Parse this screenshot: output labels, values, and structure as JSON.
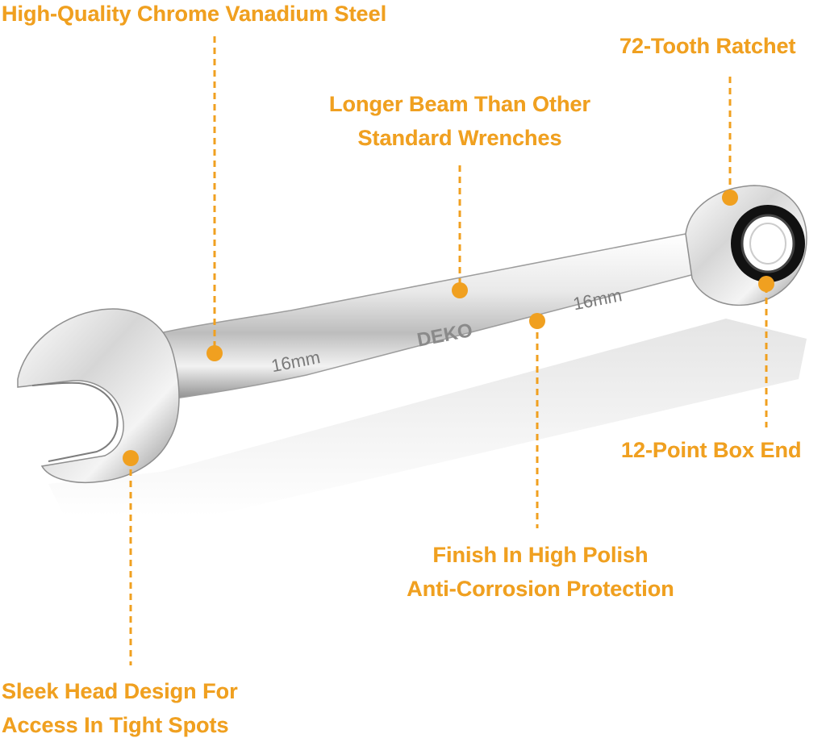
{
  "callouts": {
    "steel": "High-Quality Chrome Vanadium Steel",
    "ratchet": "72-Tooth Ratchet",
    "beam": [
      "Longer Beam Than Other",
      "Standard Wrenches"
    ],
    "box_end": "12-Point Box End",
    "finish": [
      "Finish In High Polish",
      "Anti-Corrosion Protection"
    ],
    "head": [
      "Sleek Head Design For",
      "Access In Tight Spots"
    ]
  },
  "wrench": {
    "brand": "DEKO",
    "size_left": "16mm",
    "size_right": "16mm"
  },
  "colors": {
    "accent": "#f0a020",
    "chrome_light": "#f4f4f4",
    "chrome_dark": "#9a9a9a",
    "ratchet_ring": "#111111"
  }
}
